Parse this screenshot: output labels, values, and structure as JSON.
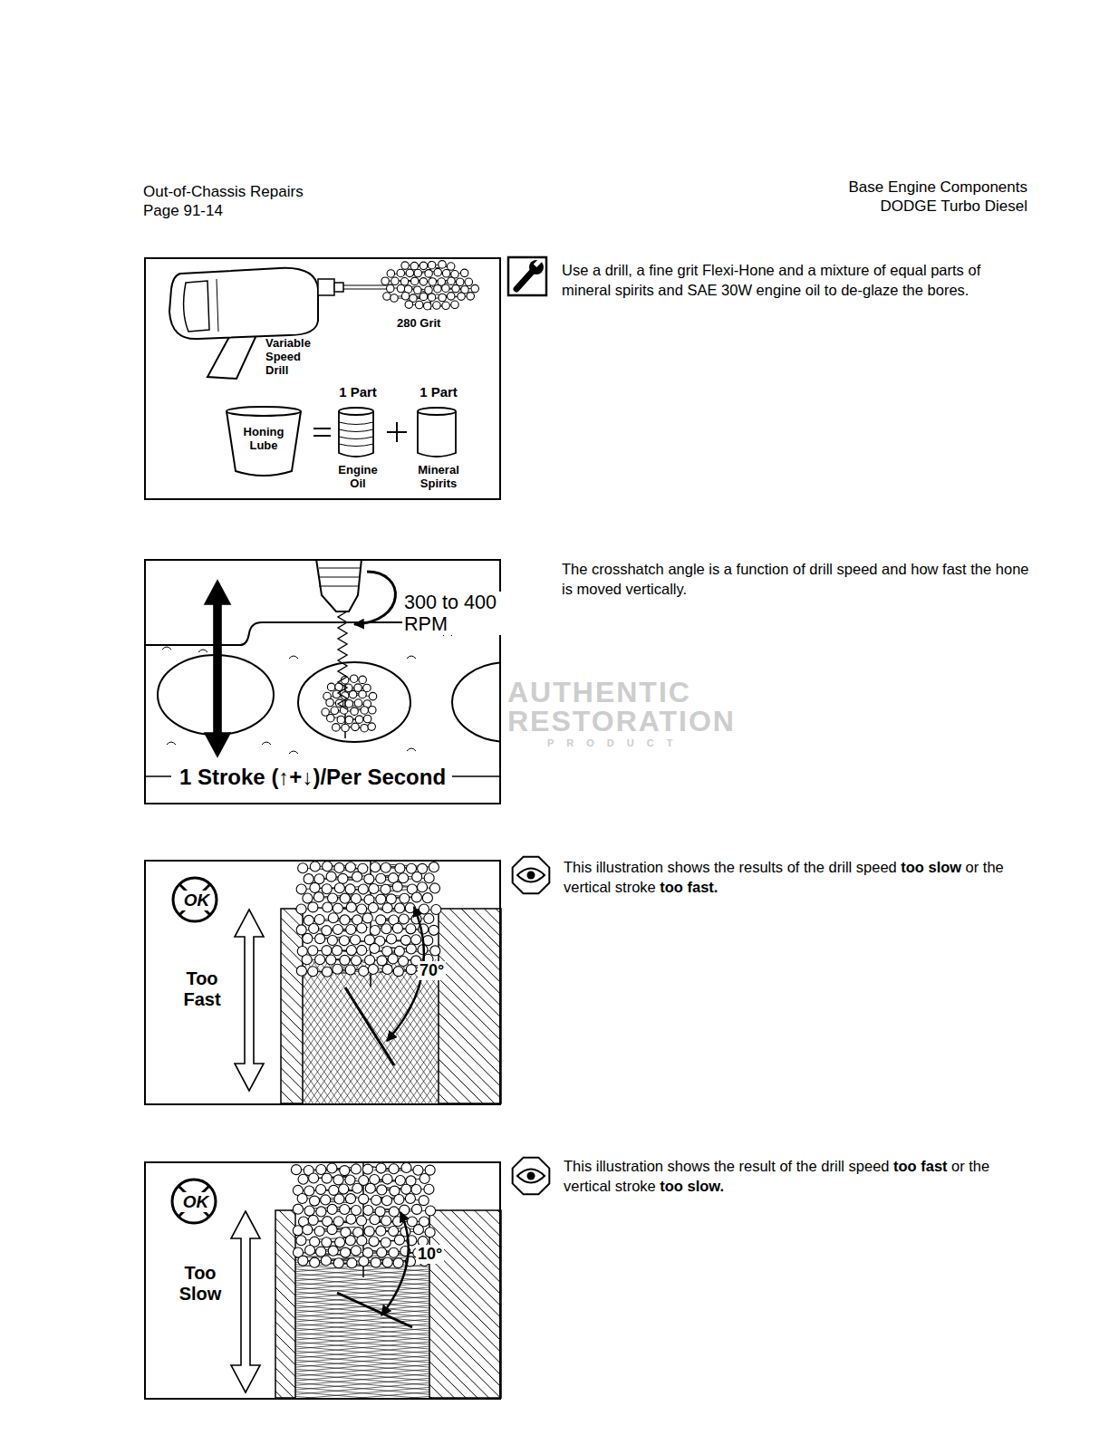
{
  "diagram": {
    "nodes": [
      {
        "text": [
          "280 Grit",
          "Variable Speed Drill",
          "1 Part",
          "1 Part",
          "Engine Oil",
          "Mineral Spirits"
        ]
      },
      {
        "text": [
          "Honing Lube"
        ],
        "in": 0
      },
      {
        "text": [
          "300 to 400 RPM",
          "1 Stroke (↑+↓)/Per Second"
        ]
      },
      {
        "text": [
          "OK",
          "Too Fast",
          "70°"
        ]
      },
      {
        "text": [
          "OK",
          "Too Slow",
          "10°"
        ]
      }
    ],
    "labels": [
      "Out-of-Chassis Repairs",
      "Page 91-14",
      "Base Engine Components",
      "DODGE Turbo Diesel",
      "Use a drill, a fine grit Flexi-Hone and a mixture of equal parts of mineral spirits and SAE 30W engine oil to de-glaze the bores.",
      "The crosshatch angle is a function of drill speed and how fast the hone is moved vertically.",
      "This illustration shows the results of the drill speed",
      "too slow",
      "or the vertical stroke",
      "too fast.",
      "This illustration shows the result of the drill speed",
      "too fast",
      "or the vertical stroke",
      "too slow.",
      "AUTHENTIC",
      "RESTORATION",
      "PRODUCT"
    ]
  }
}
